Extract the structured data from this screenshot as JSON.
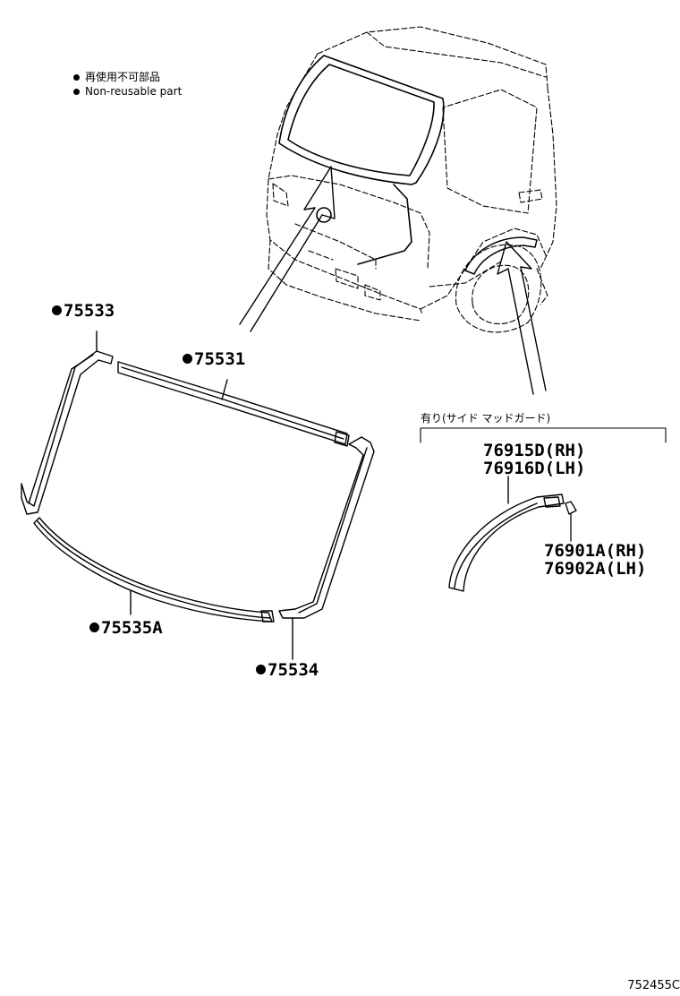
{
  "legend": {
    "line1": "再使用不可部品",
    "line2": "Non-reusable part"
  },
  "parts": {
    "p75533": "75533",
    "p75531": "75531",
    "p75535a": "75535A",
    "p75534": "75534",
    "p76915d": "76915D(RH)",
    "p76916d": "76916D(LH)",
    "p76901a": "76901A(RH)",
    "p76902a": "76902A(LH)"
  },
  "option_note": "有り(サイド マッドガード)",
  "diagram_id": "752455C"
}
